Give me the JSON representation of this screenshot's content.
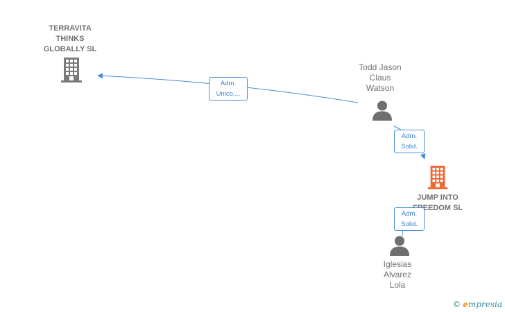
{
  "nodes": {
    "terravita": {
      "label_lines": [
        "TERRAVITA",
        "THINKS",
        "GLOBALLY  SL"
      ],
      "type": "company"
    },
    "todd": {
      "label_lines": [
        "Todd Jason",
        "Claus",
        "Watson"
      ],
      "type": "person"
    },
    "jump": {
      "label_lines": [
        "JUMP INTO",
        "FREEDOM  SL"
      ],
      "type": "company-focus"
    },
    "iglesias": {
      "label_lines": [
        "Iglesias",
        "Alvarez",
        "Lola"
      ],
      "type": "person"
    }
  },
  "edges": [
    {
      "from": "todd",
      "to": "terravita",
      "label_lines": [
        "Adm.",
        "Unico,..."
      ]
    },
    {
      "from": "todd",
      "to": "jump",
      "label_lines": [
        "Adm.",
        "Solid."
      ]
    },
    {
      "from": "iglesias",
      "to": "jump",
      "label_lines": [
        "Adm.",
        "Solid."
      ]
    }
  ],
  "icons": {
    "company": "building-icon",
    "company_focus": "building-icon",
    "person": "person-icon"
  },
  "colors": {
    "company": "#7a7a7a",
    "company_focus": "#f26430",
    "person": "#6e6e6e",
    "edge": "#4a8ad6",
    "edge_label_text": "#3a7fcf"
  },
  "brand": {
    "copyright": "©",
    "initial": "e",
    "rest": "mpresia"
  }
}
